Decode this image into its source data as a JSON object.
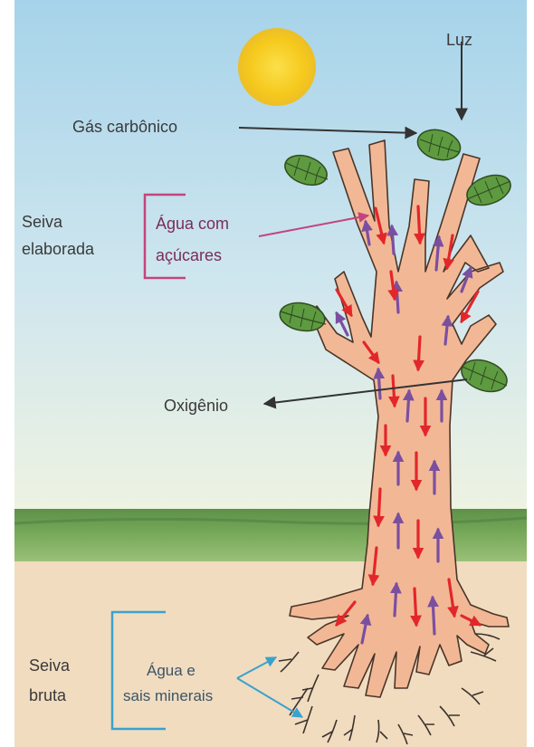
{
  "labels": {
    "light": "Luz",
    "co2": "Gás carbônico",
    "elaborated_sap_1": "Seiva",
    "elaborated_sap_2": "elaborada",
    "sugar_water_1": "Água com",
    "sugar_water_2": "açúcares",
    "oxygen": "Oxigênio",
    "raw_sap_1": "Seiva",
    "raw_sap_2": "bruta",
    "minerals_1": "Água e",
    "minerals_2": "sais minerais"
  },
  "colors": {
    "sky_top": "#a9d4ea",
    "sky_bottom": "#eef3e4",
    "sun": "#f6c91d",
    "grass": "#6fa055",
    "soil": "#f1dcc0",
    "trunk": "#f2b896",
    "leaf": "#5e9a40",
    "down_arrow": "#e3262a",
    "up_arrow": "#7b4fa0",
    "bracket_pink": "#c2457d",
    "bracket_blue": "#3aa2cc",
    "pointer": "#333333"
  }
}
